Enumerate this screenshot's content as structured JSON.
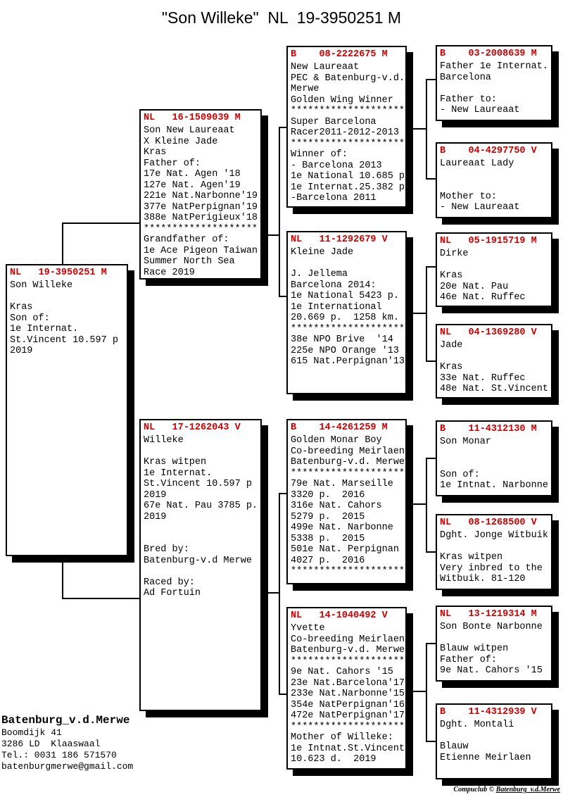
{
  "title": "\"Son Willeke\"  NL  19-3950251 M",
  "accent_color": "#cc0000",
  "boxes": [
    {
      "header": "NL   19-3950251 M",
      "lines": [
        "Son Willeke",
        "",
        "Kras",
        "Son of:",
        "1e Internat.",
        "St.Vincent 10.597 p",
        "2019"
      ]
    },
    {
      "header": "NL   16-1509039 M",
      "lines": [
        "Son New Laureaat",
        "X Kleine Jade",
        "Kras",
        "Father of:",
        "17e Nat. Agen '18",
        "127e Nat. Agen'19",
        "221e Nat.Narbonne'19",
        "377e NatPerpignan'19",
        "388e NatPerigieux'18",
        "********************",
        "Grandfather of:",
        "1e Ace Pigeon Taiwan",
        "Summer North Sea",
        "Race 2019"
      ]
    },
    {
      "header": "NL   17-1262043 V",
      "lines": [
        "Willeke",
        "",
        "Kras witpen",
        "1e Internat.",
        "St.Vincent 10.597 p",
        "2019",
        "67e Nat. Pau 3785 p.",
        "2019",
        "",
        "",
        "Bred by:",
        "Batenburg-v.d Merwe",
        "",
        "Raced by:",
        "Ad Fortuin"
      ]
    },
    {
      "header": "B    08-2222675 M",
      "lines": [
        "New Laureaat",
        "PEC & Batenburg-v.d.",
        "Merwe",
        "Golden Wing Winner",
        "********************",
        "Super Barcelona",
        "Racer2011-2012-2013",
        "********************",
        "Winner of:",
        "- Barcelona 2013",
        "1e National 10.685 p",
        "1e Internat.25.382 p",
        "-Barcelona 2011"
      ]
    },
    {
      "header": "NL   11-1292679 V",
      "lines": [
        "Kleine Jade",
        "",
        "J. Jellema",
        "Barcelona 2014:",
        "1e National 5423 p.",
        "1e International",
        "20.669 p.  1258 km.",
        "********************",
        "38e NPO Brive  '14",
        "225e NPO Orange '13",
        "615 Nat.Perpignan'13"
      ]
    },
    {
      "header": "B    14-4261259 M",
      "lines": [
        "Golden Monar Boy",
        "Co-breeding Meirlaen",
        "Batenburg-v.d. Merwe",
        "********************",
        "79e Nat. Marseille",
        "3320 p.  2016",
        "316e Nat. Cahors",
        "5279 p.  2015",
        "499e Nat. Narbonne",
        "5338 p.  2015",
        "501e Nat. Perpignan",
        "4027 p.  2016",
        "********************"
      ]
    },
    {
      "header": "NL   14-1040492 V",
      "lines": [
        "Yvette",
        "Co-breeding Meirlaen",
        "Batenburg-v.d. Merwe",
        "********************",
        "9e Nat. Cahors '15",
        "23e Nat.Barcelona'17",
        "233e Nat.Narbonne'15",
        "354e NatPerpignan'16",
        "472e NatPerpignan'17",
        "********************",
        "Mother of Willeke:",
        "1e Intnat.St.Vincent",
        "10.623 d.  2019"
      ]
    },
    {
      "header": "B    03-2008639 M",
      "lines": [
        "Father 1e Internat.",
        "Barcelona",
        "",
        "Father to:",
        "- New Laureaat"
      ]
    },
    {
      "header": "B    04-4297750 V",
      "lines": [
        "Laureaat Lady",
        "",
        "",
        "Mother to:",
        "- New Laureaat"
      ]
    },
    {
      "header": "NL   05-1915719 M",
      "lines": [
        "Dirke",
        "",
        "Kras",
        "20e Nat. Pau",
        "46e Nat. Ruffec"
      ]
    },
    {
      "header": "NL   04-1369280 V",
      "lines": [
        "Jade",
        "",
        "Kras",
        "33e Nat. Ruffec",
        "48e Nat. St.Vincent"
      ]
    },
    {
      "header": "B    11-4312130 M",
      "lines": [
        "Son Monar",
        "",
        "",
        "Son of:",
        "1e Intnat. Narbonne"
      ]
    },
    {
      "header": "NL   08-1268500 V",
      "lines": [
        "Dght. Jonge Witbuik",
        "",
        "Kras witpen",
        "Very inbred to the",
        "Witbuik. 81-120"
      ]
    },
    {
      "header": "NL   13-1219314 M",
      "lines": [
        "Son Bonte Narbonne",
        "",
        "Blauw witpen",
        "Father of:",
        "9e Nat. Cahors '15"
      ]
    },
    {
      "header": "B    11-4312939 V",
      "lines": [
        "Dght. Montali",
        "",
        "Blauw",
        "Etienne Meirlaen"
      ]
    }
  ],
  "contact": {
    "name": "Batenburg_v.d.Merwe",
    "lines": [
      "Boomdijk 41",
      "3286 LD  Klaaswaal",
      "Tel.: 0031 186 571570",
      "batenburgmerwe@gmail.com"
    ]
  },
  "footer": {
    "prefix": "Compuclub © ",
    "name": "Batenburg_v.d.Merwe"
  }
}
